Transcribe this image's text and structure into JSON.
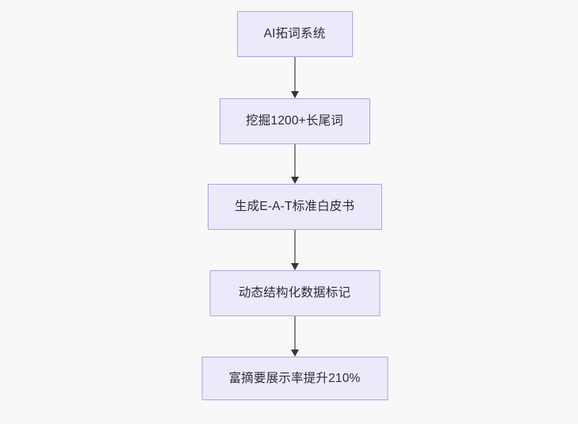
{
  "diagram": {
    "type": "flowchart",
    "direction": "top-to-bottom",
    "background_color": "#f8f8f9",
    "node_fill_color": "#ece9fb",
    "node_border_color": "#b4a0dd",
    "connector_color": "#8a8a8a",
    "arrowhead_color": "#333340",
    "text_color": "#2c2b36",
    "nodes": [
      {
        "id": "n1",
        "label": "AI拓词系统"
      },
      {
        "id": "n2",
        "label": "挖掘1200+长尾词"
      },
      {
        "id": "n3",
        "label": "生成E-A-T标准白皮书"
      },
      {
        "id": "n4",
        "label": "动态结构化数据标记"
      },
      {
        "id": "n5",
        "label": "富摘要展示率提升210%"
      }
    ],
    "edges": [
      {
        "from": "n1",
        "to": "n2",
        "label": ""
      },
      {
        "from": "n2",
        "to": "n3",
        "label": ""
      },
      {
        "from": "n3",
        "to": "n4",
        "label": ""
      },
      {
        "from": "n4",
        "to": "n5",
        "label": ""
      }
    ]
  }
}
